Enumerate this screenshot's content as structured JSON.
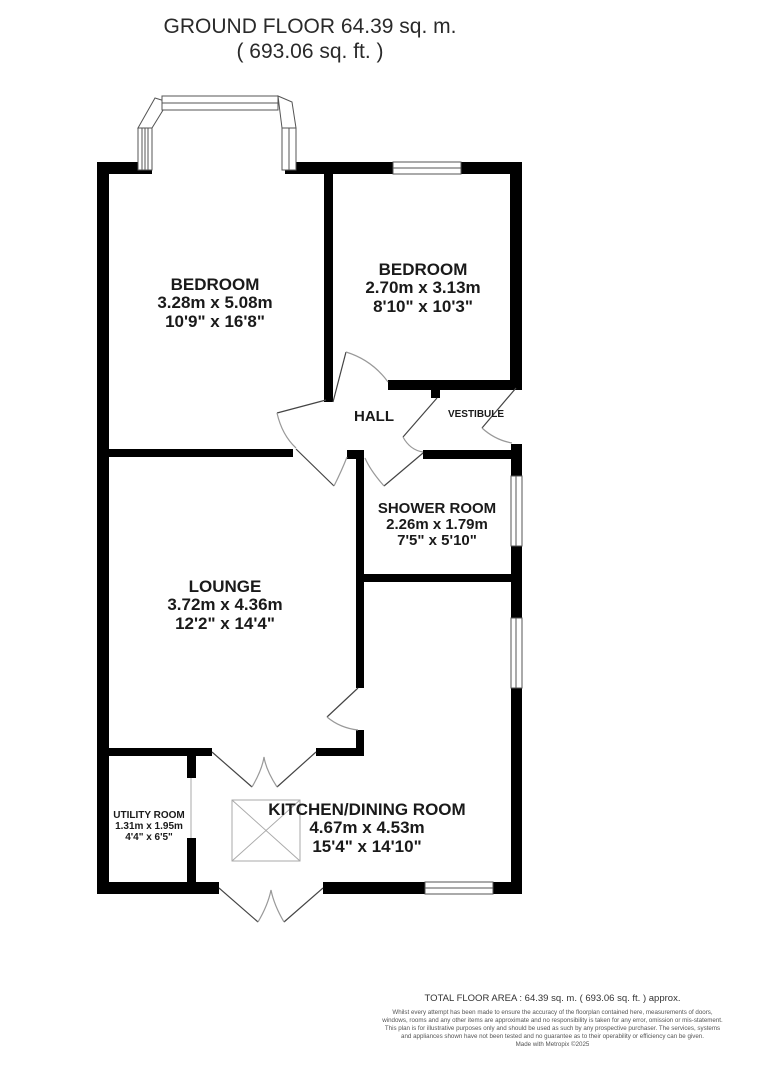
{
  "header": {
    "title": "GROUND FLOOR 64.39 sq. m.",
    "subtitle": "( 693.06 sq. ft. )"
  },
  "rooms": [
    {
      "name": "BEDROOM",
      "metric": "3.28m x 5.08m",
      "imperial": "10'9\" x 16'8\""
    },
    {
      "name": "BEDROOM",
      "metric": "2.70m x 3.13m",
      "imperial": "8'10\" x 10'3\""
    },
    {
      "name": "HALL"
    },
    {
      "name": "VESTIBULE"
    },
    {
      "name": "SHOWER ROOM",
      "metric": "2.26m x 1.79m",
      "imperial": "7'5\" x 5'10\""
    },
    {
      "name": "LOUNGE",
      "metric": "3.72m x 4.36m",
      "imperial": "12'2\" x 14'4\""
    },
    {
      "name": "UTILITY ROOM",
      "metric": "1.31m x 1.95m",
      "imperial": "4'4\" x 6'5\""
    },
    {
      "name": "KITCHEN/DINING ROOM",
      "metric": "4.67m x 4.53m",
      "imperial": "15'4\" x 14'10\""
    }
  ],
  "footer": {
    "total": "TOTAL FLOOR AREA : 64.39 sq. m. ( 693.06 sq. ft. ) approx.",
    "disclaimer": "Whilst every attempt has been made to ensure the accuracy of the floorplan contained here, measurements of doors, windows, rooms and any other items are approximate and no responsibility is taken for any error, omission or mis-statement. This plan is for illustrative purposes only and should be used as such by any prospective purchaser. The services, systems and appliances shown have not been tested and no guarantee as to their operability or efficiency can be given.",
    "made_with": "Made with Metropix ©2025"
  },
  "colors": {
    "wall": "#000000",
    "window": "#ffffff",
    "door_line": "#444444",
    "text": "#1a1a1a"
  }
}
